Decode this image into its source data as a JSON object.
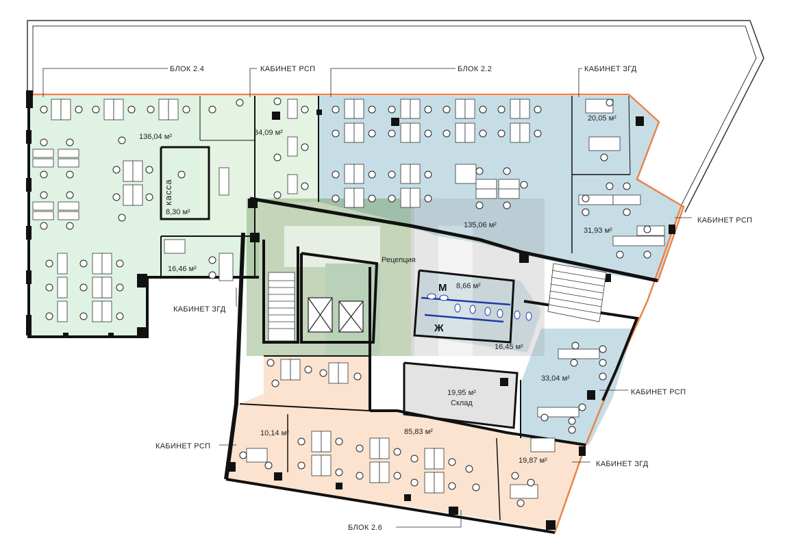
{
  "labels": {
    "block_24": "БЛОК 2.4",
    "office_rsp_top": "КАБИНЕТ РСП",
    "block_22": "БЛОК 2.2",
    "office_zgd_top": "КАБИНЕТ ЗГД",
    "office_rsp_right_top": "КАБИНЕТ РСП",
    "office_zgd_left": "КАБИНЕТ ЗГД",
    "office_rsp_right_mid": "КАБИНЕТ РСП",
    "office_rsp_left_bottom": "КАБИНЕТ РСП",
    "office_zgd_right_bottom": "КАБИНЕТ ЗГД",
    "block_26": "БЛОК 2.6"
  },
  "areas": {
    "a_136_04": "136,04 м²",
    "a_34_09": "34,09 м²",
    "a_20_05": "20,05 м²",
    "a_8_30": "8,30 м²",
    "a_135_06": "135,06 м²",
    "a_31_93": "31,93 м²",
    "a_16_46": "16,46 м²",
    "a_8_66": "8,66 м²",
    "a_16_45": "16,45 м²",
    "a_33_04": "33,04 м²",
    "a_19_95": "19,95 м²",
    "a_85_83": "85,83 м²",
    "a_10_14": "10,14 м²",
    "a_19_87": "19,87 м²"
  },
  "rooms": {
    "kassa": "касса",
    "reception": "Рецепция",
    "storage": "Склад",
    "wc_men": "М",
    "wc_women": "Ж"
  },
  "colors": {
    "green_zone": "#dff2e3",
    "blue_zone": "#c6dde6",
    "peach_zone": "#fbe3cf",
    "facade_orange": "#e8844a",
    "watermark": "#5a8a3c"
  }
}
